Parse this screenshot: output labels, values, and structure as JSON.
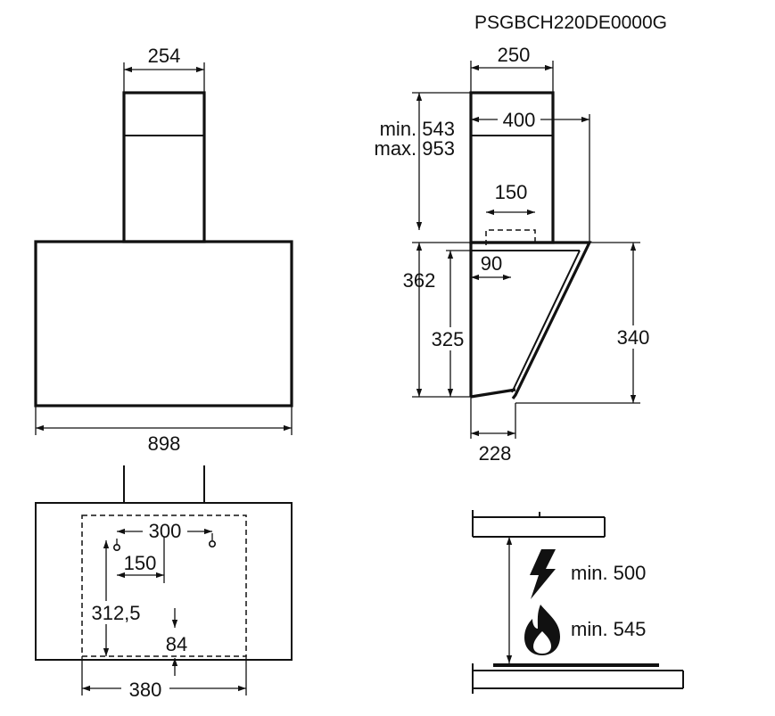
{
  "model": "PSGBCH220DE0000G",
  "front_view": {
    "chimney_width": "254",
    "hood_width": "898"
  },
  "side_view": {
    "chimney_depth": "250",
    "depth_to_top": "400",
    "chimney_height_min": "min. 543",
    "chimney_height_max": "max. 953",
    "outlet_width": "150",
    "outlet_offset": "90",
    "hood_height_total": "362",
    "hood_height_back": "325",
    "hood_height_front": "340",
    "bottom_depth": "228"
  },
  "mounting_view": {
    "hole_spacing": "300",
    "hole_offset": "150",
    "hole_height": "312,5",
    "bottom_offset": "84",
    "bracket_width": "380"
  },
  "clearance": {
    "electric_min": "min. 500",
    "gas_min": "min. 545",
    "electric_icon": "lightning-icon",
    "gas_icon": "flame-icon"
  }
}
